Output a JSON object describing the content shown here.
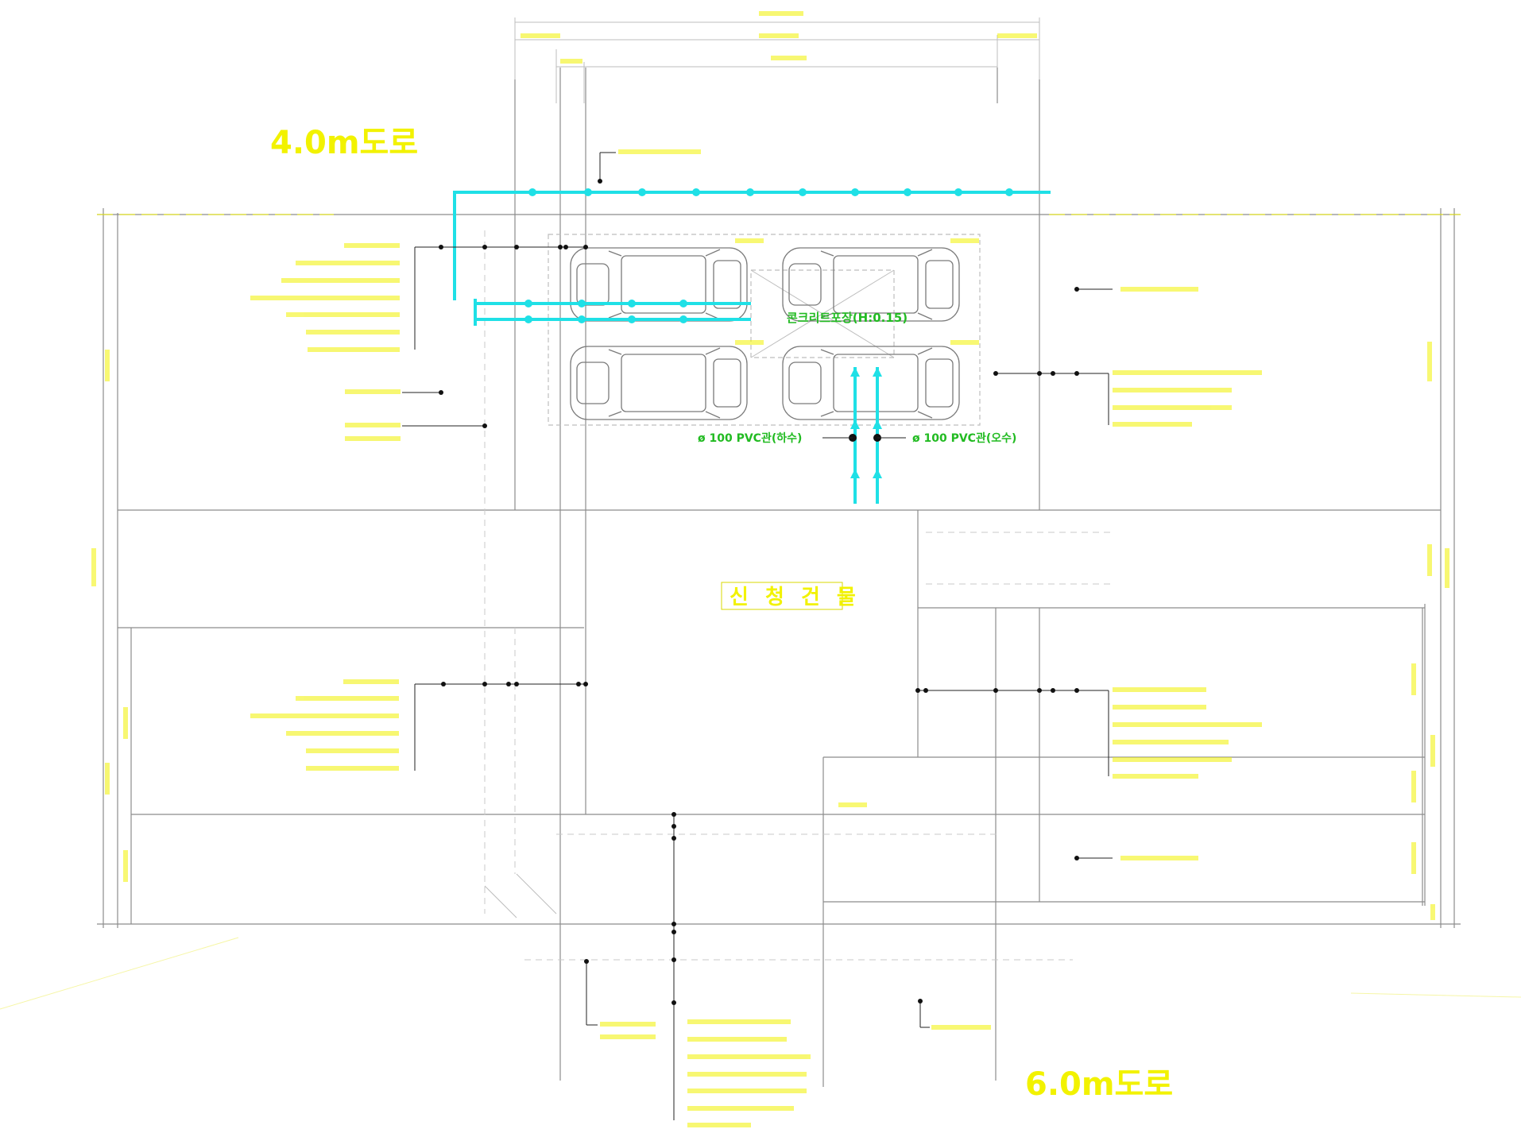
{
  "labels": {
    "road_north": "4.0m도로",
    "road_south": "6.0m도로",
    "building": "신 청 건 물",
    "paving": "콘크리트포장(H:0.15)",
    "pipe_sewage": "ø 100 PVC관(하수)",
    "pipe_wastewater": "ø 100 PVC관(오수)"
  },
  "colors": {
    "annotation": "#f2f200",
    "pipe": "#1fe0e6",
    "paving_text": "#22bb22",
    "linework": "#8c8c8c"
  },
  "icons": {
    "car": "car-icon",
    "vertex": "leader-dot-icon"
  },
  "parking_count": 4
}
